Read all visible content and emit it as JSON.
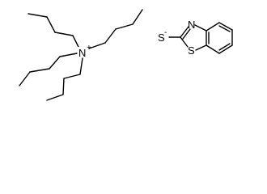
{
  "atoms": {
    "nitrogen_cation": "N",
    "nitrogen_cation_charge": "+",
    "thiolate_sulfur": "S",
    "thiolate_charge": "-",
    "ring_nitrogen": "N",
    "ring_sulfur": "S"
  }
}
